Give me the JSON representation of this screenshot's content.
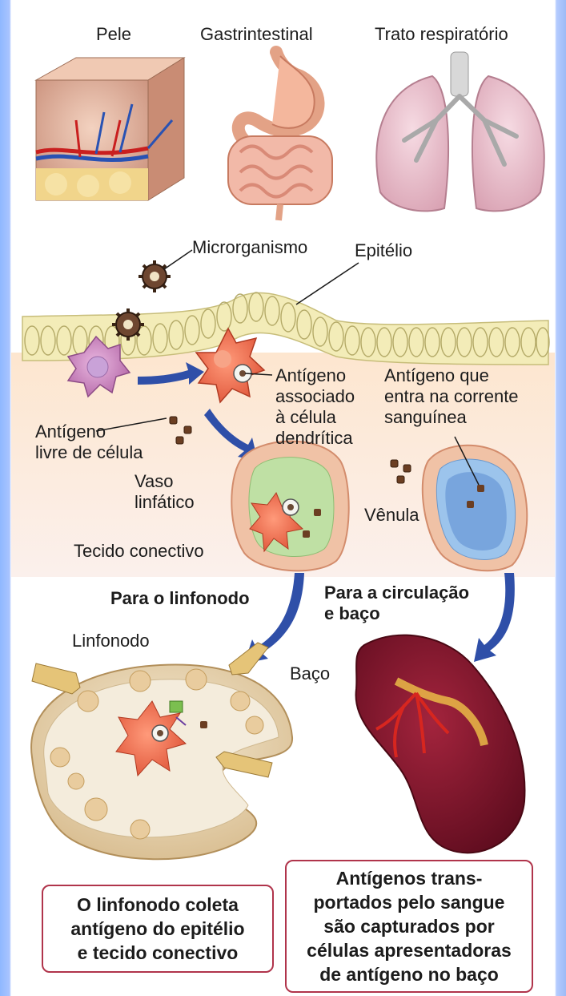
{
  "organs": {
    "skin": "Pele",
    "gi": "Gastrintestinal",
    "resp": "Trato respiratório"
  },
  "labels": {
    "microorganism": "Microrganismo",
    "epithelium": "Epitélio",
    "dc_antigen": "Antígeno\nassociado\nà célula\ndendrítica",
    "blood_antigen": "Antígeno que\nentra na corrente\nsanguínea",
    "free_antigen": "Antígeno\nlivre de célula",
    "lymph_vessel": "Vaso\nlinfático",
    "venule": "Vênula",
    "connective": "Tecido conectivo",
    "to_node": "Para o linfonodo",
    "to_circ": "Para a circulação\ne baço",
    "lymph_node": "Linfonodo",
    "spleen": "Baço"
  },
  "boxes": {
    "left": "O linfonodo coleta\nantígeno do epitélio\ne tecido conectivo",
    "right": "Antígenos trans-\nportados pelo sangue\nsão capturados por\ncélulas apresentadoras\nde antígeno no baço"
  }
}
